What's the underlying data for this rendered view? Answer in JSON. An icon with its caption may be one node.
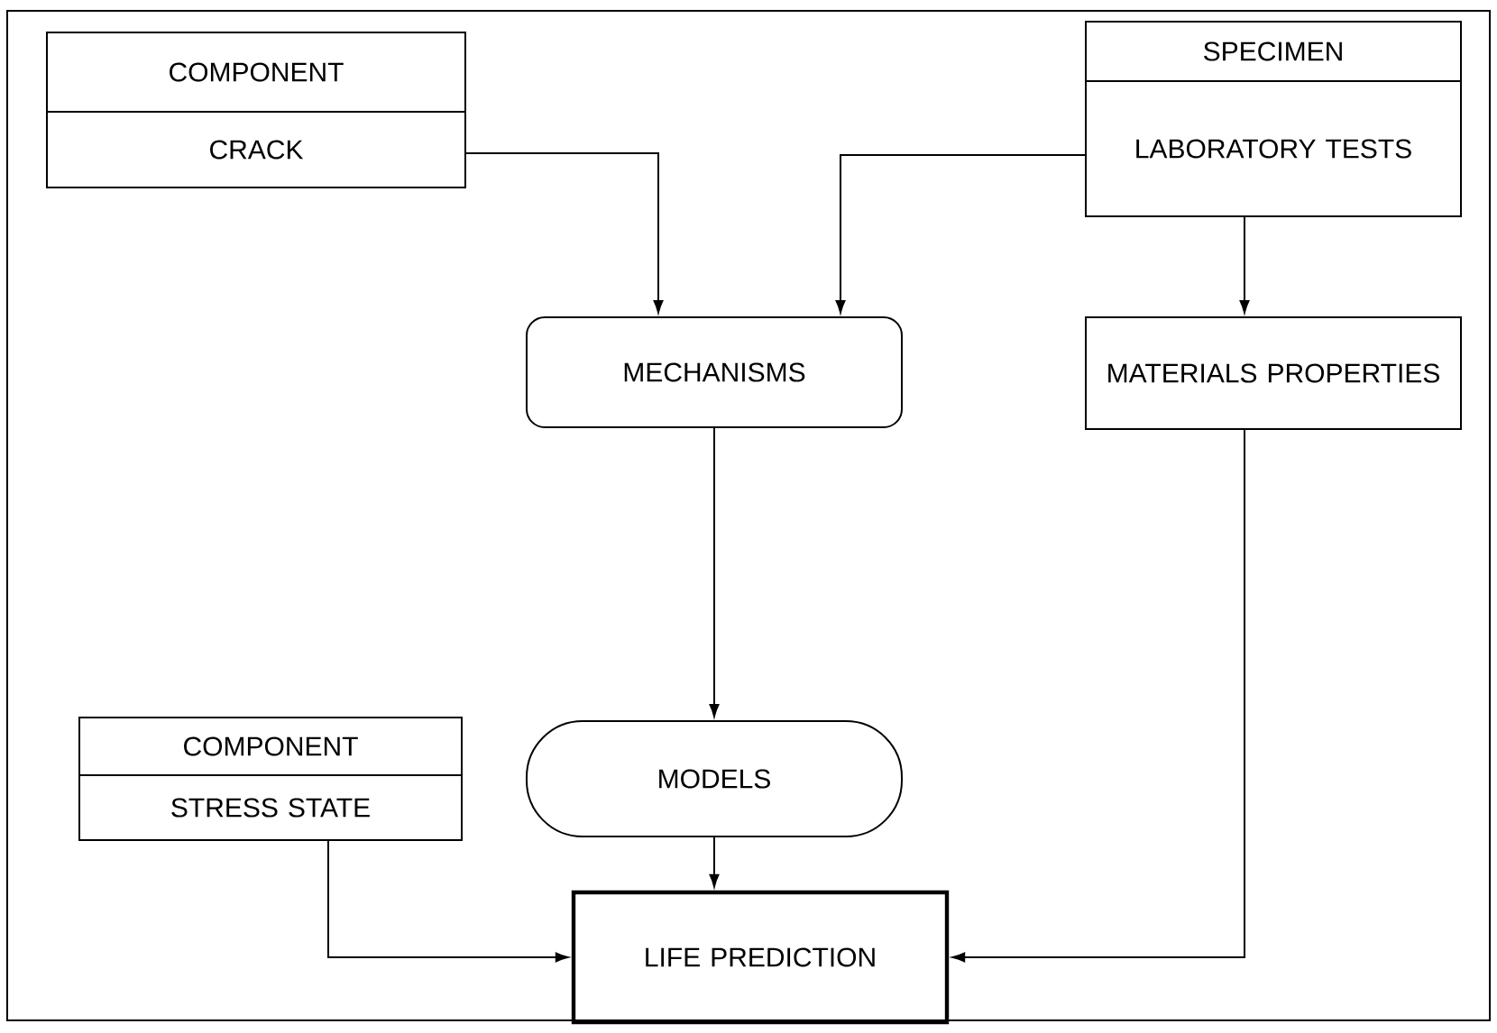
{
  "diagram": {
    "nodes": [
      {
        "text": [
          "COMPONENT",
          "CRACK"
        ]
      },
      {
        "text": [
          "SPECIMEN",
          "LABORATORY TESTS"
        ]
      },
      {
        "text": [
          "MECHANISMS"
        ]
      },
      {
        "text": [
          "MATERIALS PROPERTIES"
        ]
      },
      {
        "text": [
          "COMPONENT",
          "STRESS STATE"
        ]
      },
      {
        "text": [
          "MODELS"
        ]
      },
      {
        "text": [
          "LIFE PREDICTION"
        ]
      }
    ],
    "edges": [
      {
        "from": 0,
        "to": 2,
        "arrow": "to"
      },
      {
        "from": 1,
        "to": 2,
        "arrow": "to"
      },
      {
        "from": 1,
        "to": 3,
        "arrow": "to"
      },
      {
        "from": 2,
        "to": 5,
        "arrow": "to"
      },
      {
        "from": 4,
        "to": 6,
        "arrow": "to"
      },
      {
        "from": 5,
        "to": 6,
        "arrow": "to"
      },
      {
        "from": 3,
        "to": 6,
        "arrow": "to"
      }
    ]
  }
}
